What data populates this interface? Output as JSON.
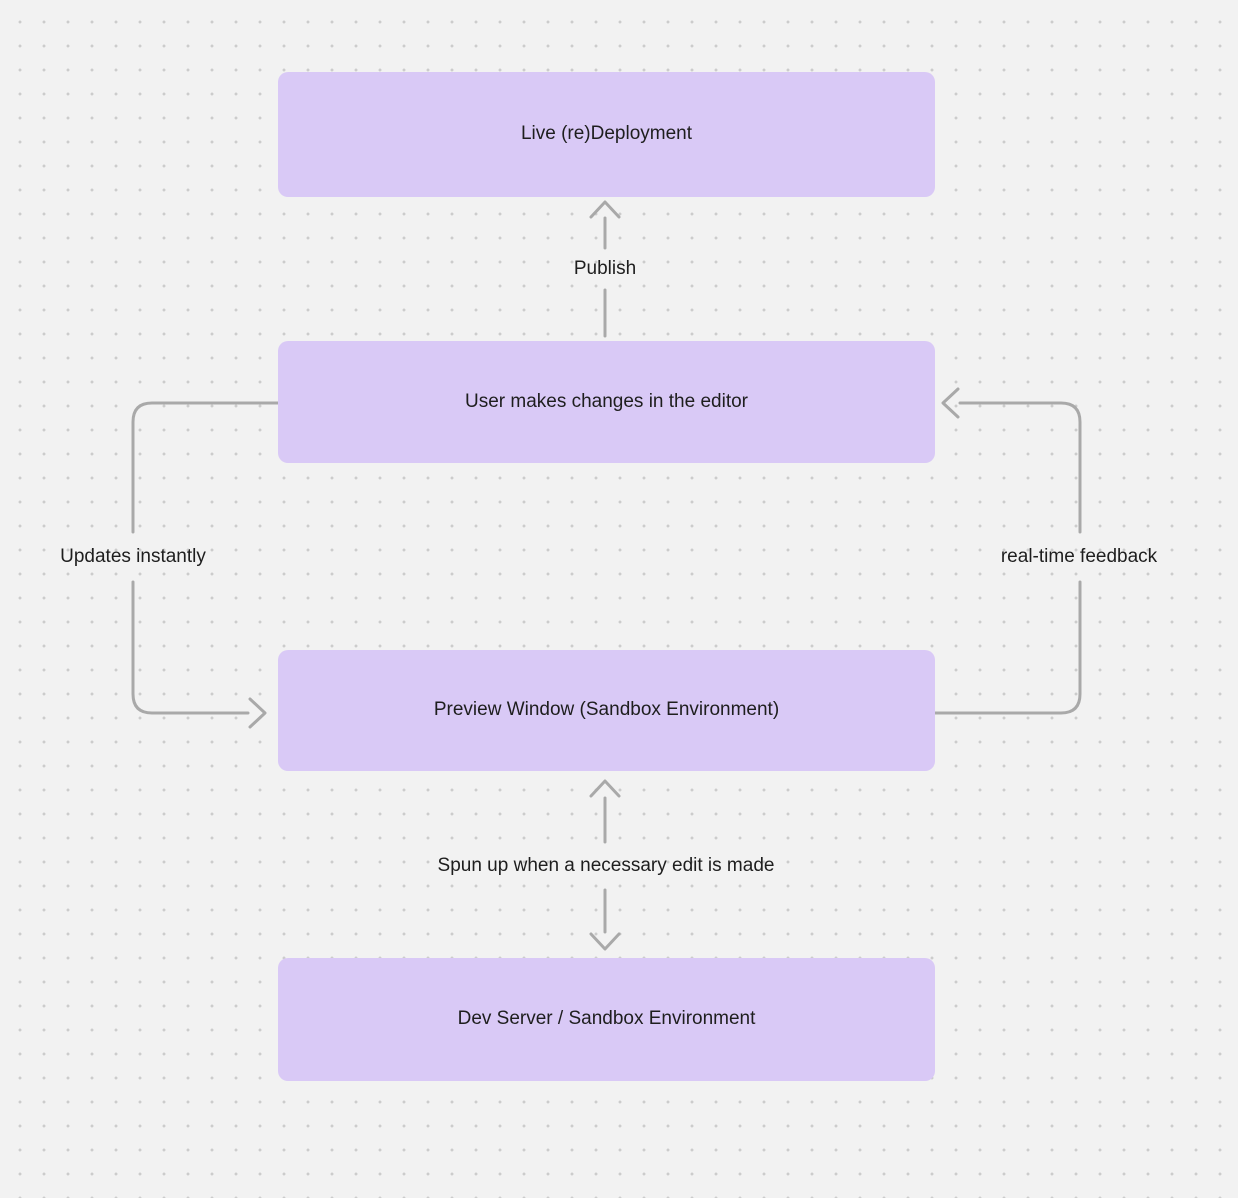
{
  "diagram": {
    "colors": {
      "background": "#f2f2f2",
      "dot": "#cccccc",
      "node_fill": "#d9c9f6",
      "text": "#1e1e1e",
      "arrow": "#a9a9a9"
    },
    "nodes": [
      {
        "id": "live-redeployment",
        "label": "Live (re)Deployment"
      },
      {
        "id": "user-changes",
        "label": "User makes changes in the editor"
      },
      {
        "id": "preview-window",
        "label": "Preview Window (Sandbox Environment)"
      },
      {
        "id": "dev-server",
        "label": "Dev Server / Sandbox Environment"
      }
    ],
    "edges": [
      {
        "id": "publish",
        "label": "Publish"
      },
      {
        "id": "updates-instantly",
        "label": "Updates instantly"
      },
      {
        "id": "realtime-feedback",
        "label": "real-time feedback"
      },
      {
        "id": "spun-up",
        "label": "Spun up when a necessary edit is made"
      }
    ]
  }
}
